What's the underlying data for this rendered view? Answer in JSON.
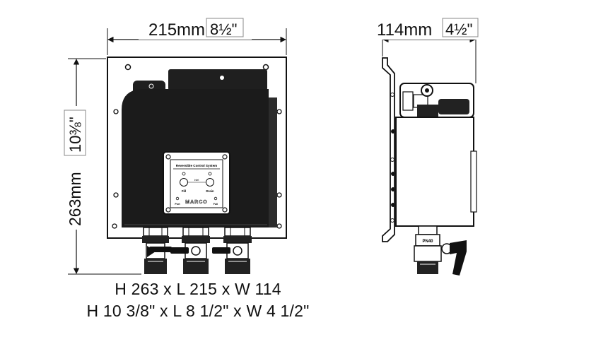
{
  "front_view": {
    "width_metric": "215mm",
    "width_imperial": "8½\"",
    "height_metric": "263mm",
    "height_imperial": "10⅜\"",
    "panel": {
      "title": "Reversible Control System",
      "fill_label": "Fill",
      "drain_label": "Drain",
      "mode_label": "Inlet",
      "full_label": "Full",
      "port_label": "Port",
      "brand": "MARCO"
    }
  },
  "side_view": {
    "depth_metric": "114mm",
    "depth_imperial": "4½\"",
    "valve_label": "PN40"
  },
  "caption": {
    "line1": "H 263 x L 215 x W 114",
    "line2": "H 10 3/8\" x L 8 1/2\" x W 4 1/2\""
  },
  "colors": {
    "line": "#111111",
    "body": "#1b1b1b",
    "fitting": "#222222"
  }
}
